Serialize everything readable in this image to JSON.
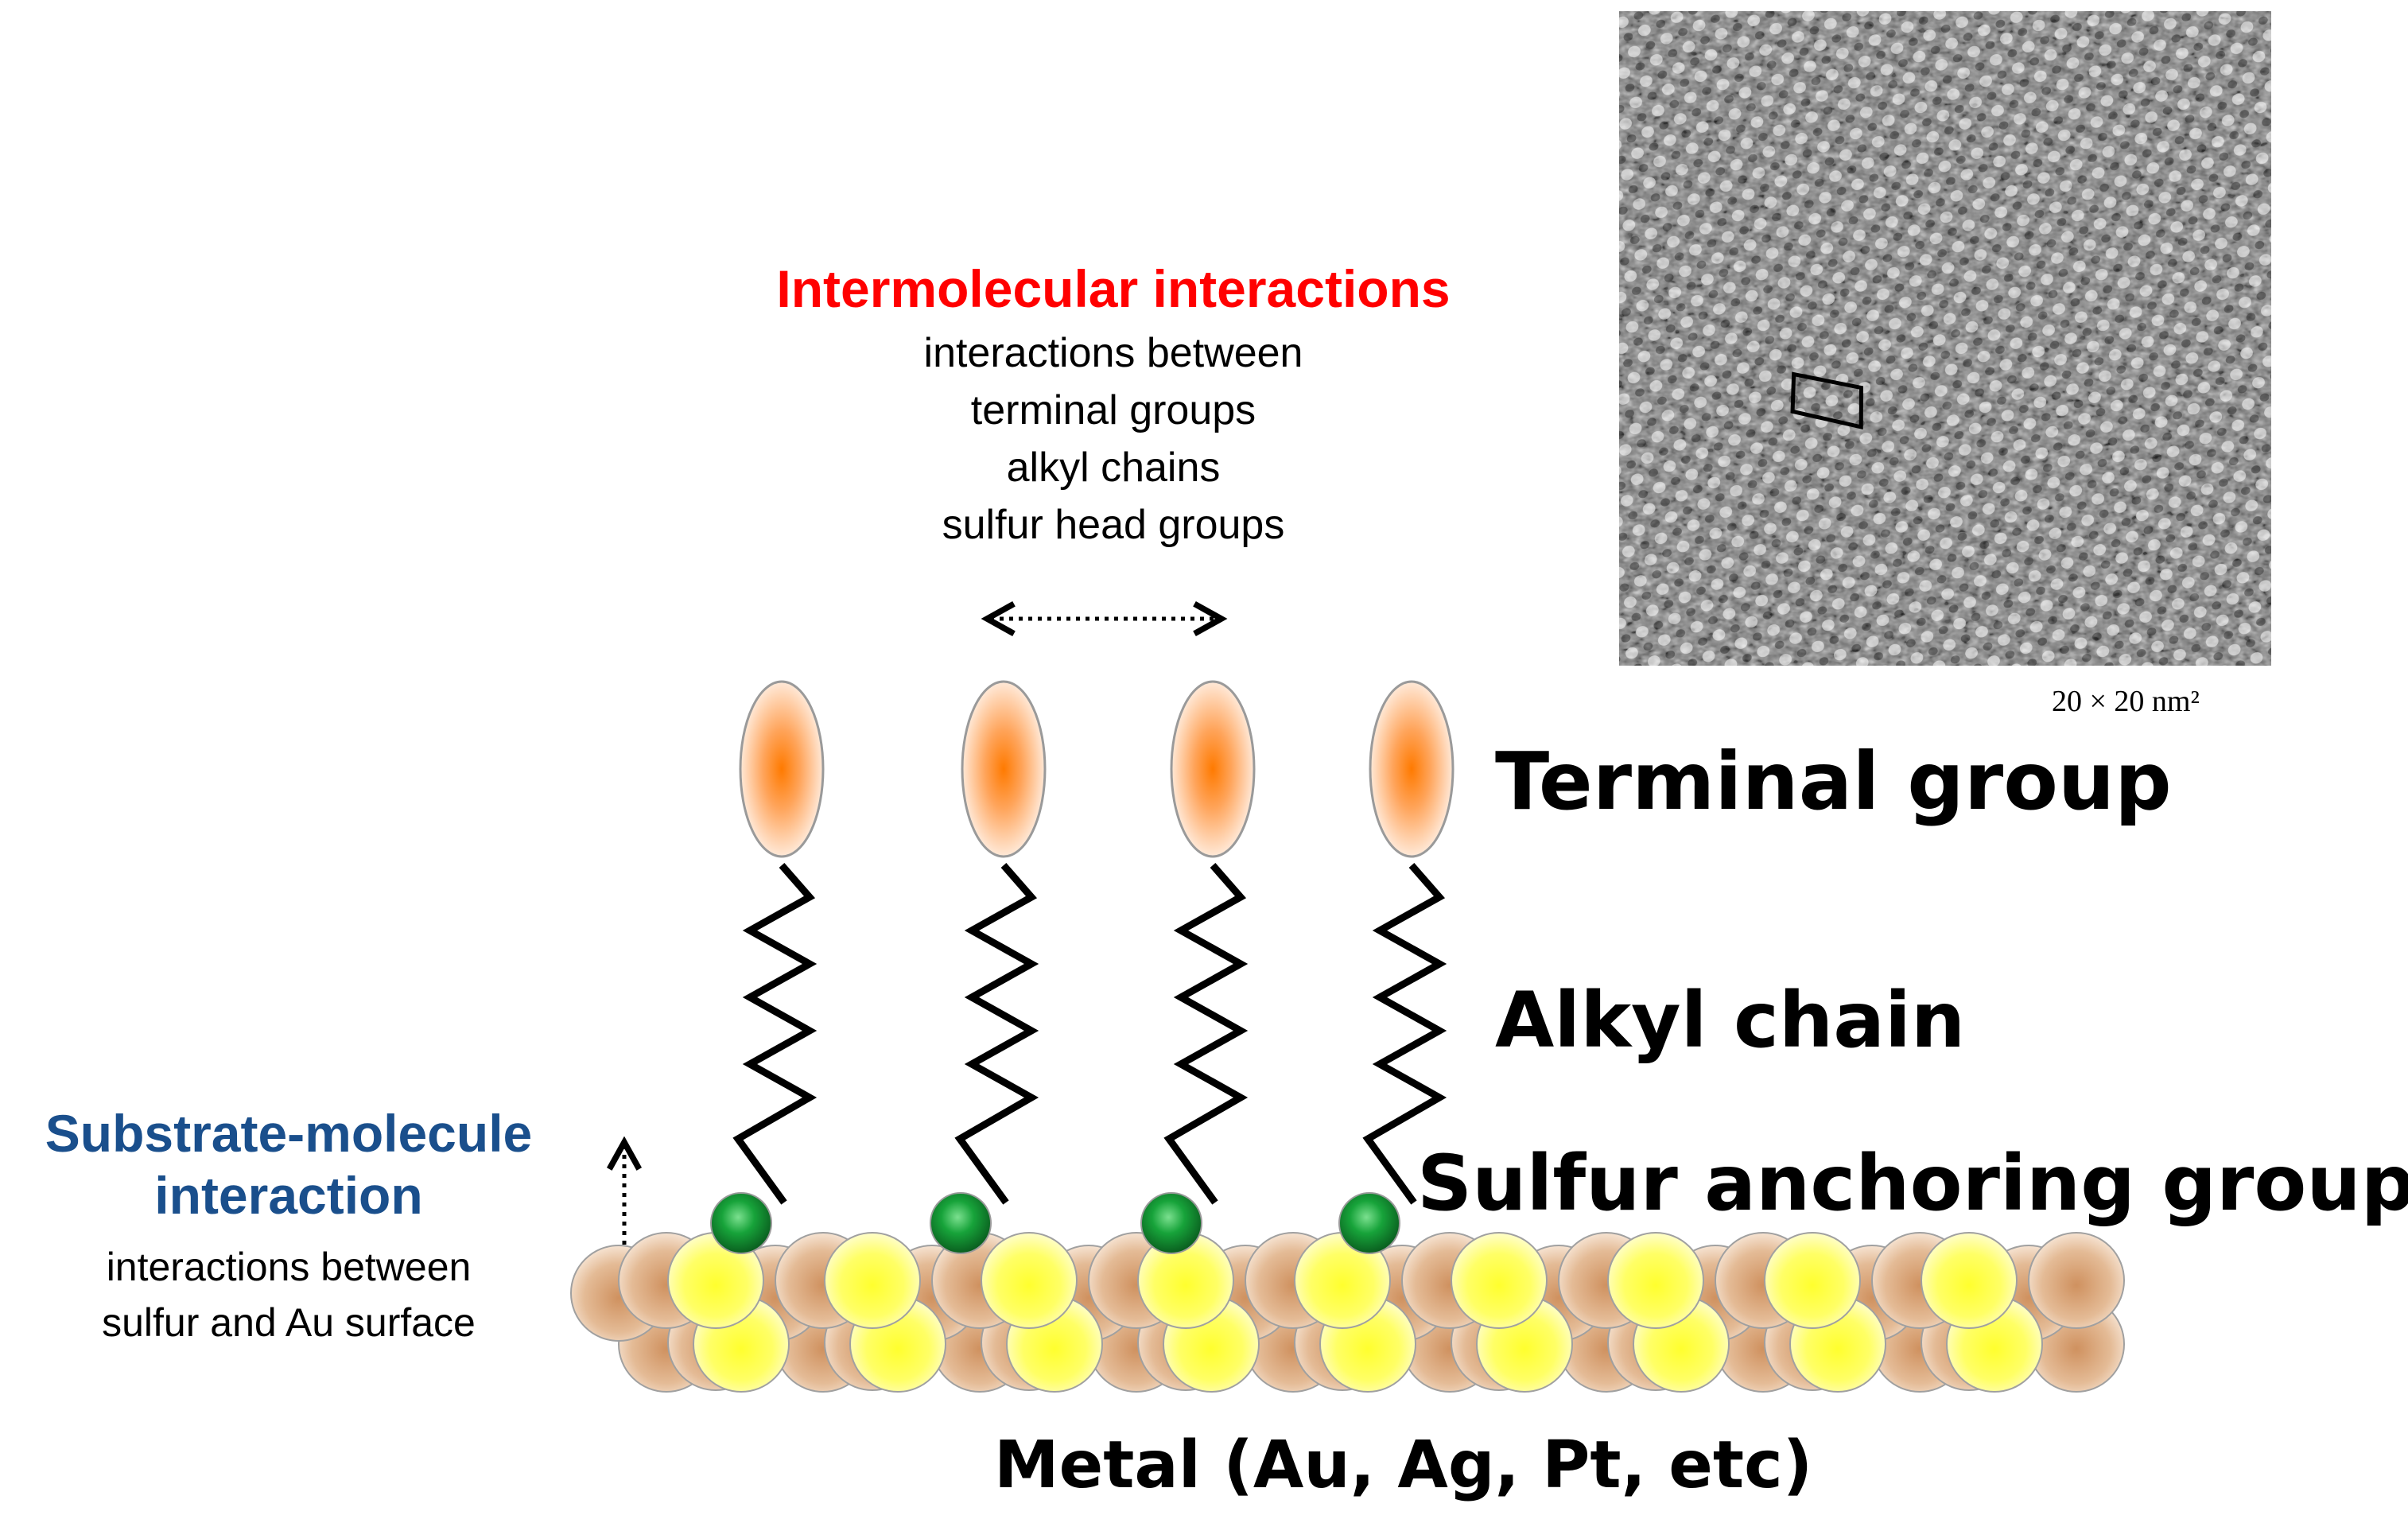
{
  "intermolecular": {
    "title": "Intermolecular interactions",
    "lines": [
      "interactions between",
      "terminal groups",
      "alkyl chains",
      "sulfur head groups"
    ]
  },
  "substrate_molecule": {
    "title_line1": "Substrate-molecule",
    "title_line2": "interaction",
    "lines": [
      "interactions between",
      "sulfur and Au surface"
    ]
  },
  "labels": {
    "terminal_group": "Terminal group",
    "alkyl_chain": "Alkyl chain",
    "sulfur_anchor": "Sulfur anchoring group",
    "metal": "Metal (Au, Ag, Pt, etc)"
  },
  "stm_image": {
    "scale_label": "20 × 20 nm²"
  },
  "colors": {
    "intermolecular_title": "#ff0000",
    "substrate_title": "#1a4f8c",
    "terminal_group": "#ff8a1a",
    "sulfur_atom": "#1f9e3a",
    "gold_atom": "#ffff33",
    "substrate_atom": "#d9a77a"
  }
}
